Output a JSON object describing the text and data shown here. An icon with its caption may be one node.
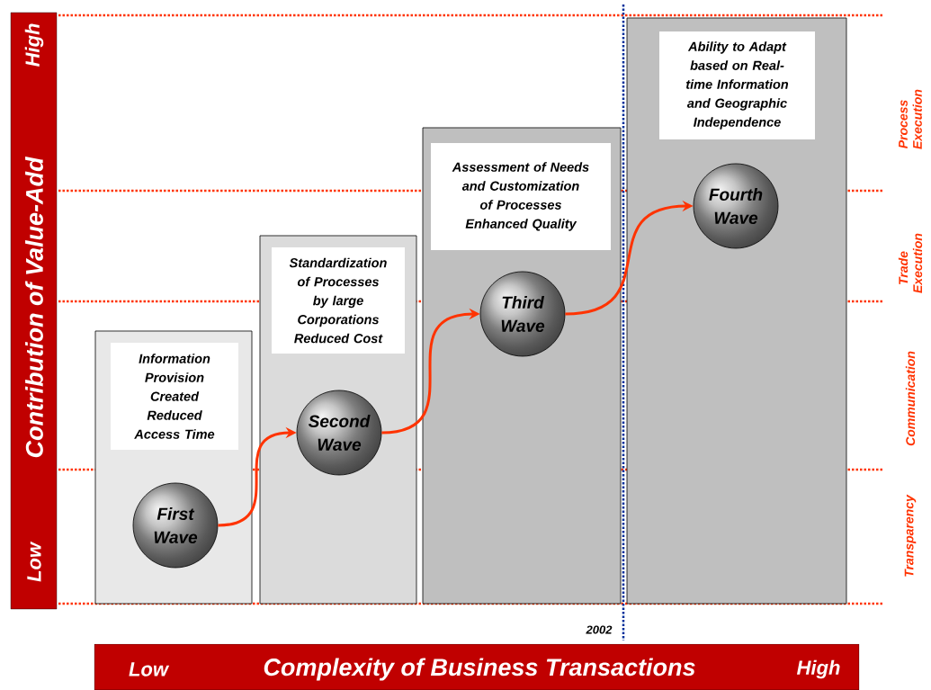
{
  "diagram": {
    "nodes": [
      {
        "text": [
          "Information Provision Created Reduced Access Time"
        ]
      },
      {
        "text": [
          "First Wave"
        ],
        "in": 0
      },
      {
        "text": [
          "Standardization of Processes by large Corporations Reduced Cost"
        ]
      },
      {
        "text": [
          "Second Wave"
        ],
        "in": 2
      },
      {
        "text": [
          "Assessment of Needs and Customization of Processes Enhanced Quality"
        ]
      },
      {
        "text": [
          "Third Wave"
        ],
        "in": 4
      },
      {
        "text": [
          "Ability to Adapt based on Real-time Information and Geographic Independence"
        ]
      },
      {
        "text": [
          "Fourth Wave"
        ],
        "in": 6
      }
    ],
    "edges": [
      {
        "from": 1,
        "to": 3,
        "arrow": "to"
      },
      {
        "from": 3,
        "to": 5,
        "arrow": "to"
      },
      {
        "from": 5,
        "to": 7,
        "arrow": "to"
      }
    ],
    "labels": [
      "High",
      "Contribution of Value-Add",
      "Low",
      "Process Execution",
      "Trade Execution",
      "Communication",
      "Transparency",
      "2002",
      "Low",
      "Complexity of Business Transactions",
      "High"
    ]
  }
}
